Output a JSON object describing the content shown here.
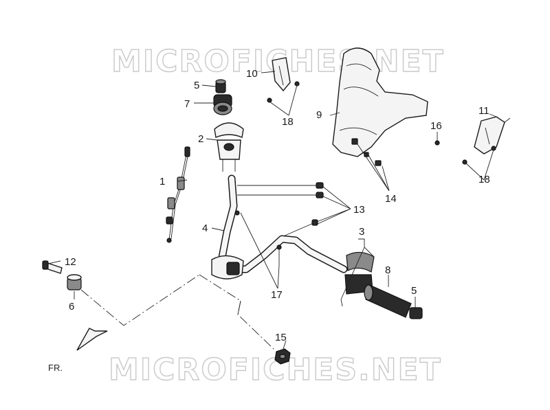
{
  "watermark": {
    "text": "MICROFICHES.NET"
  },
  "front_label": "FR.",
  "callouts": [
    {
      "id": "c1",
      "label": "1"
    },
    {
      "id": "c2",
      "label": "2"
    },
    {
      "id": "c3",
      "label": "3"
    },
    {
      "id": "c4",
      "label": "4"
    },
    {
      "id": "c5a",
      "label": "5"
    },
    {
      "id": "c5b",
      "label": "5"
    },
    {
      "id": "c6",
      "label": "6"
    },
    {
      "id": "c7",
      "label": "7"
    },
    {
      "id": "c8",
      "label": "8"
    },
    {
      "id": "c9",
      "label": "9"
    },
    {
      "id": "c10",
      "label": "10"
    },
    {
      "id": "c11",
      "label": "11"
    },
    {
      "id": "c12",
      "label": "12"
    },
    {
      "id": "c13",
      "label": "13"
    },
    {
      "id": "c14",
      "label": "14"
    },
    {
      "id": "c15",
      "label": "15"
    },
    {
      "id": "c16",
      "label": "16"
    },
    {
      "id": "c17",
      "label": "17"
    },
    {
      "id": "c18a",
      "label": "18"
    },
    {
      "id": "c18b",
      "label": "18"
    }
  ]
}
